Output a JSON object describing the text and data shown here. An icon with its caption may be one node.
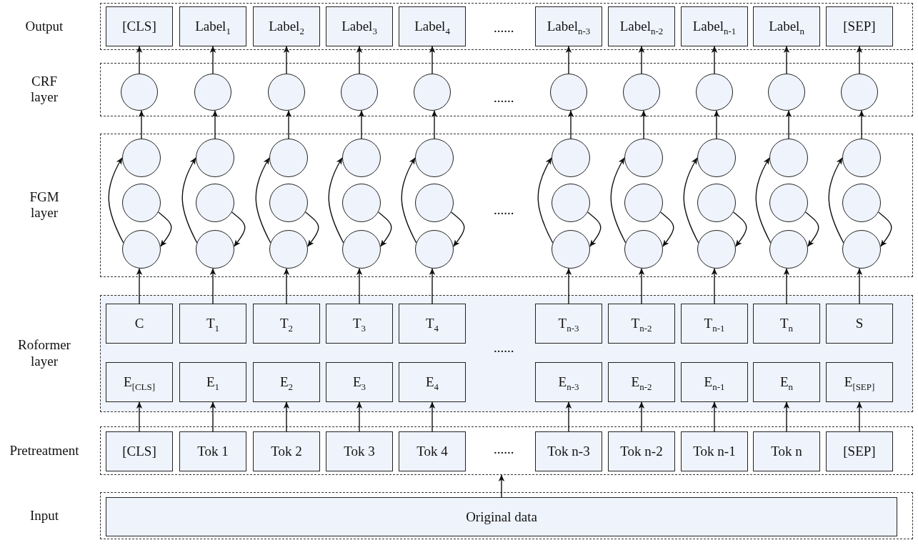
{
  "diagram": {
    "nodes": [
      {
        "text": [
          "Output"
        ]
      },
      {
        "text": [
          "[CLS]"
        ],
        "in": 0
      },
      {
        "text": [
          "Label$_{1}$"
        ],
        "in": 0
      },
      {
        "text": [
          "Label$_{2}$"
        ],
        "in": 0
      },
      {
        "text": [
          "Label$_{3}$"
        ],
        "in": 0
      },
      {
        "text": [
          "Label$_{4}$"
        ],
        "in": 0
      },
      {
        "text": [
          "Label$_{n-3}$"
        ],
        "in": 0
      },
      {
        "text": [
          "Label$_{n-2}$"
        ],
        "in": 0
      },
      {
        "text": [
          "Label$_{n-1}$"
        ],
        "in": 0
      },
      {
        "text": [
          "Label$_{n}$"
        ],
        "in": 0
      },
      {
        "text": [
          "[SEP]"
        ],
        "in": 0
      },
      {
        "text": [
          "CRF layer"
        ]
      },
      {
        "text": [],
        "shape": "circle",
        "in": 11
      },
      {
        "text": [],
        "shape": "circle",
        "in": 11
      },
      {
        "text": [],
        "shape": "circle",
        "in": 11
      },
      {
        "text": [],
        "shape": "circle",
        "in": 11
      },
      {
        "text": [],
        "shape": "circle",
        "in": 11
      },
      {
        "text": [],
        "shape": "circle",
        "in": 11
      },
      {
        "text": [],
        "shape": "circle",
        "in": 11
      },
      {
        "text": [],
        "shape": "circle",
        "in": 11
      },
      {
        "text": [],
        "shape": "circle",
        "in": 11
      },
      {
        "text": [],
        "shape": "circle",
        "in": 11
      },
      {
        "text": [
          "FGM layer"
        ]
      },
      {
        "text": [],
        "shape": "circle",
        "in": 22
      },
      {
        "text": [],
        "shape": "circle",
        "in": 22
      },
      {
        "text": [],
        "shape": "circle",
        "in": 22
      },
      {
        "text": [],
        "shape": "circle",
        "in": 22
      },
      {
        "text": [],
        "shape": "circle",
        "in": 22
      },
      {
        "text": [],
        "shape": "circle",
        "in": 22
      },
      {
        "text": [],
        "shape": "circle",
        "in": 22
      },
      {
        "text": [],
        "shape": "circle",
        "in": 22
      },
      {
        "text": [],
        "shape": "circle",
        "in": 22
      },
      {
        "text": [],
        "shape": "circle",
        "in": 22
      },
      {
        "text": [],
        "shape": "circle",
        "in": 22
      },
      {
        "text": [],
        "shape": "circle",
        "in": 22
      },
      {
        "text": [],
        "shape": "circle",
        "in": 22
      },
      {
        "text": [],
        "shape": "circle",
        "in": 22
      },
      {
        "text": [],
        "shape": "circle",
        "in": 22
      },
      {
        "text": [],
        "shape": "circle",
        "in": 22
      },
      {
        "text": [],
        "shape": "circle",
        "in": 22
      },
      {
        "text": [],
        "shape": "circle",
        "in": 22
      },
      {
        "text": [],
        "shape": "circle",
        "in": 22
      },
      {
        "text": [],
        "shape": "circle",
        "in": 22
      },
      {
        "text": [],
        "shape": "circle",
        "in": 22
      },
      {
        "text": [],
        "shape": "circle",
        "in": 22
      },
      {
        "text": [],
        "shape": "circle",
        "in": 22
      },
      {
        "text": [],
        "shape": "circle",
        "in": 22
      },
      {
        "text": [],
        "shape": "circle",
        "in": 22
      },
      {
        "text": [],
        "shape": "circle",
        "in": 22
      },
      {
        "text": [],
        "shape": "circle",
        "in": 22
      },
      {
        "text": [],
        "shape": "circle",
        "in": 22
      },
      {
        "text": [],
        "shape": "circle",
        "in": 22
      },
      {
        "text": [],
        "shape": "circle",
        "in": 22
      },
      {
        "text": [
          "Roformer layer"
        ]
      },
      {
        "text": [
          "C"
        ],
        "in": 53
      },
      {
        "text": [
          "T$_{1}$"
        ],
        "in": 53
      },
      {
        "text": [
          "T$_{2}$"
        ],
        "in": 53
      },
      {
        "text": [
          "T$_{3}$"
        ],
        "in": 53
      },
      {
        "text": [
          "T$_{4}$"
        ],
        "in": 53
      },
      {
        "text": [
          "T$_{n-3}$"
        ],
        "in": 53
      },
      {
        "text": [
          "T$_{n-2}$"
        ],
        "in": 53
      },
      {
        "text": [
          "T$_{n-1}$"
        ],
        "in": 53
      },
      {
        "text": [
          "T$_{n}$"
        ],
        "in": 53
      },
      {
        "text": [
          "S"
        ],
        "in": 53
      },
      {
        "text": [
          "E$_{[CLS]}$"
        ],
        "in": 53
      },
      {
        "text": [
          "E$_{1}$"
        ],
        "in": 53
      },
      {
        "text": [
          "E$_{2}$"
        ],
        "in": 53
      },
      {
        "text": [
          "E$_{3}$"
        ],
        "in": 53
      },
      {
        "text": [
          "E$_{4}$"
        ],
        "in": 53
      },
      {
        "text": [
          "E$_{n-3}$"
        ],
        "in": 53
      },
      {
        "text": [
          "E$_{n-2}$"
        ],
        "in": 53
      },
      {
        "text": [
          "E$_{n-1}$"
        ],
        "in": 53
      },
      {
        "text": [
          "E$_{n}$"
        ],
        "in": 53
      },
      {
        "text": [
          "E$_{[SEP]}$"
        ],
        "in": 53
      },
      {
        "text": [
          "Pretreatment"
        ]
      },
      {
        "text": [
          "[CLS]"
        ],
        "in": 74
      },
      {
        "text": [
          "Tok 1"
        ],
        "in": 74
      },
      {
        "text": [
          "Tok 2"
        ],
        "in": 74
      },
      {
        "text": [
          "Tok 3"
        ],
        "in": 74
      },
      {
        "text": [
          "Tok 4"
        ],
        "in": 74
      },
      {
        "text": [
          "Tok n-3"
        ],
        "in": 74
      },
      {
        "text": [
          "Tok n-2"
        ],
        "in": 74
      },
      {
        "text": [
          "Tok n-1"
        ],
        "in": 74
      },
      {
        "text": [
          "Tok n"
        ],
        "in": 74
      },
      {
        "text": [
          "[SEP]"
        ],
        "in": 74
      },
      {
        "text": [
          "Input"
        ]
      },
      {
        "text": [
          "Original data"
        ],
        "in": 85
      }
    ],
    "edges": [
      {
        "from": 86,
        "to": 74,
        "arrow": "to"
      },
      {
        "from": 75,
        "to": 64,
        "arrow": "to"
      },
      {
        "from": 76,
        "to": 65,
        "arrow": "to"
      },
      {
        "from": 77,
        "to": 66,
        "arrow": "to"
      },
      {
        "from": 78,
        "to": 67,
        "arrow": "to"
      },
      {
        "from": 79,
        "to": 68,
        "arrow": "to"
      },
      {
        "from": 80,
        "to": 69,
        "arrow": "to"
      },
      {
        "from": 81,
        "to": 70,
        "arrow": "to"
      },
      {
        "from": 82,
        "to": 71,
        "arrow": "to"
      },
      {
        "from": 83,
        "to": 72,
        "arrow": "to"
      },
      {
        "from": 84,
        "to": 73,
        "arrow": "to"
      },
      {
        "from": 54,
        "to": 25,
        "arrow": "to"
      },
      {
        "from": 55,
        "to": 28,
        "arrow": "to"
      },
      {
        "from": 56,
        "to": 31,
        "arrow": "to"
      },
      {
        "from": 57,
        "to": 34,
        "arrow": "to"
      },
      {
        "from": 58,
        "to": 37,
        "arrow": "to"
      },
      {
        "from": 59,
        "to": 40,
        "arrow": "to"
      },
      {
        "from": 60,
        "to": 43,
        "arrow": "to"
      },
      {
        "from": 61,
        "to": 46,
        "arrow": "to"
      },
      {
        "from": 62,
        "to": 49,
        "arrow": "to"
      },
      {
        "from": 63,
        "to": 52,
        "arrow": "to"
      },
      {
        "from": 23,
        "to": 12,
        "arrow": "to"
      },
      {
        "from": 26,
        "to": 13,
        "arrow": "to"
      },
      {
        "from": 29,
        "to": 14,
        "arrow": "to"
      },
      {
        "from": 32,
        "to": 15,
        "arrow": "to"
      },
      {
        "from": 35,
        "to": 16,
        "arrow": "to"
      },
      {
        "from": 38,
        "to": 17,
        "arrow": "to"
      },
      {
        "from": 41,
        "to": 18,
        "arrow": "to"
      },
      {
        "from": 44,
        "to": 19,
        "arrow": "to"
      },
      {
        "from": 47,
        "to": 20,
        "arrow": "to"
      },
      {
        "from": 50,
        "to": 21,
        "arrow": "to"
      },
      {
        "from": 12,
        "to": 1,
        "arrow": "to"
      },
      {
        "from": 13,
        "to": 2,
        "arrow": "to"
      },
      {
        "from": 14,
        "to": 3,
        "arrow": "to"
      },
      {
        "from": 15,
        "to": 4,
        "arrow": "to"
      },
      {
        "from": 16,
        "to": 5,
        "arrow": "to"
      },
      {
        "from": 17,
        "to": 6,
        "arrow": "to"
      },
      {
        "from": 18,
        "to": 7,
        "arrow": "to"
      },
      {
        "from": 19,
        "to": 8,
        "arrow": "to"
      },
      {
        "from": 20,
        "to": 9,
        "arrow": "to"
      },
      {
        "from": 21,
        "to": 10,
        "arrow": "to"
      },
      {
        "from": 25,
        "to": 23,
        "arrow": "to"
      },
      {
        "from": 24,
        "to": 25,
        "arrow": "to"
      },
      {
        "from": 28,
        "to": 26,
        "arrow": "to"
      },
      {
        "from": 27,
        "to": 28,
        "arrow": "to"
      },
      {
        "from": 31,
        "to": 29,
        "arrow": "to"
      },
      {
        "from": 30,
        "to": 31,
        "arrow": "to"
      },
      {
        "from": 34,
        "to": 32,
        "arrow": "to"
      },
      {
        "from": 33,
        "to": 34,
        "arrow": "to"
      },
      {
        "from": 37,
        "to": 35,
        "arrow": "to"
      },
      {
        "from": 36,
        "to": 37,
        "arrow": "to"
      },
      {
        "from": 40,
        "to": 38,
        "arrow": "to"
      },
      {
        "from": 39,
        "to": 40,
        "arrow": "to"
      },
      {
        "from": 43,
        "to": 41,
        "arrow": "to"
      },
      {
        "from": 42,
        "to": 43,
        "arrow": "to"
      },
      {
        "from": 46,
        "to": 44,
        "arrow": "to"
      },
      {
        "from": 45,
        "to": 46,
        "arrow": "to"
      },
      {
        "from": 49,
        "to": 47,
        "arrow": "to"
      },
      {
        "from": 48,
        "to": 49,
        "arrow": "to"
      },
      {
        "from": 52,
        "to": 50,
        "arrow": "to"
      },
      {
        "from": 51,
        "to": 52,
        "arrow": "to"
      }
    ],
    "labels": [
      "......",
      "......",
      "......",
      "......",
      "......"
    ]
  }
}
